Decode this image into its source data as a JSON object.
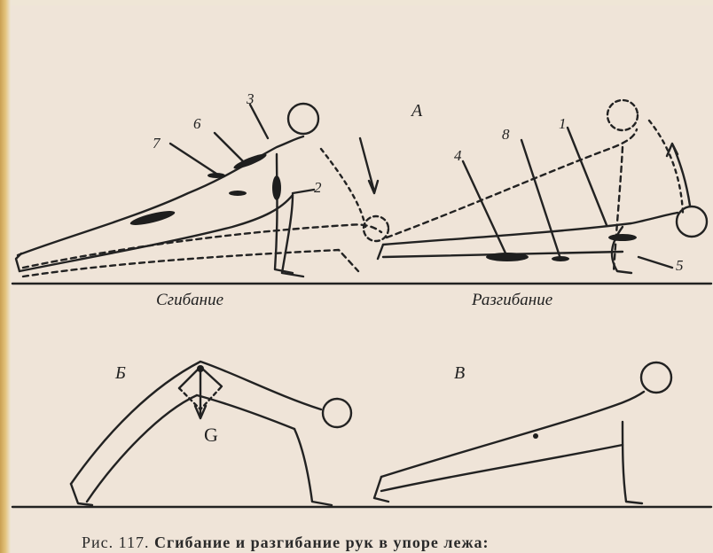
{
  "labels": {
    "panel_a": "А",
    "panel_b": "Б",
    "panel_v": "В",
    "gravity": "G",
    "flexion": "Сгибание",
    "extension": "Разгибание"
  },
  "markers": [
    "1",
    "2",
    "3",
    "4",
    "5",
    "6",
    "7",
    "8"
  ],
  "caption": {
    "figure": "Рис. 117.",
    "title": "Сгибание и разгибание рук в упоре лежа:"
  }
}
